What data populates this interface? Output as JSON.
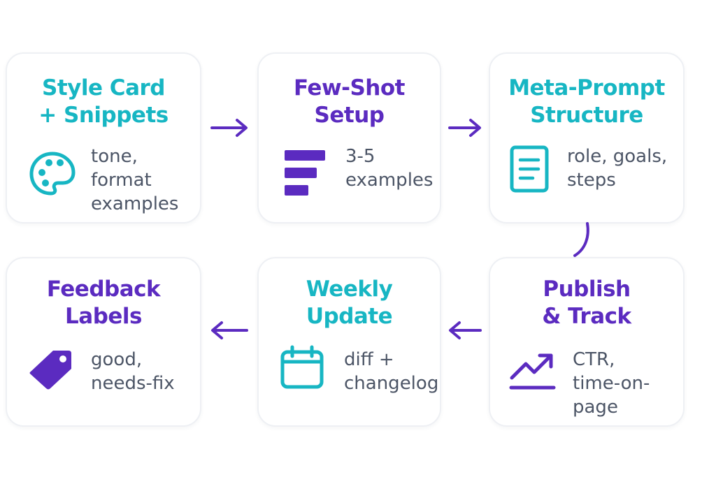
{
  "colors": {
    "teal": "#17b6c3",
    "purple": "#5b2bc0",
    "body_text": "#4c5566",
    "card_border": "#eef0f4"
  },
  "steps": [
    {
      "title": "Style Card\n+ Snippets",
      "body": "tone,\nformat\nexamples",
      "icon": "palette-icon",
      "color": "teal"
    },
    {
      "title": "Few-Shot\nSetup",
      "body": "3-5\nexamples",
      "icon": "stacked-bars-icon",
      "color": "purple"
    },
    {
      "title": "Meta-Prompt\nStructure",
      "body": "role, goals,\nsteps",
      "icon": "document-icon",
      "color": "teal"
    },
    {
      "title": "Publish\n& Track",
      "body": "CTR,\ntime-on-\npage",
      "icon": "trending-up-icon",
      "color": "purple"
    },
    {
      "title": "Weekly\nUpdate",
      "body": "diff +\nchangelog",
      "icon": "calendar-icon",
      "color": "teal"
    },
    {
      "title": "Feedback\nLabels",
      "body": "good,\nneeds-fix",
      "icon": "tag-icon",
      "color": "purple"
    }
  ]
}
